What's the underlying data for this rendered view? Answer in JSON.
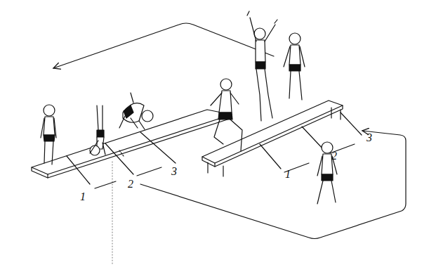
{
  "diagram": {
    "labels": [
      "1",
      "2",
      "3",
      "1",
      "2",
      "3"
    ]
  }
}
